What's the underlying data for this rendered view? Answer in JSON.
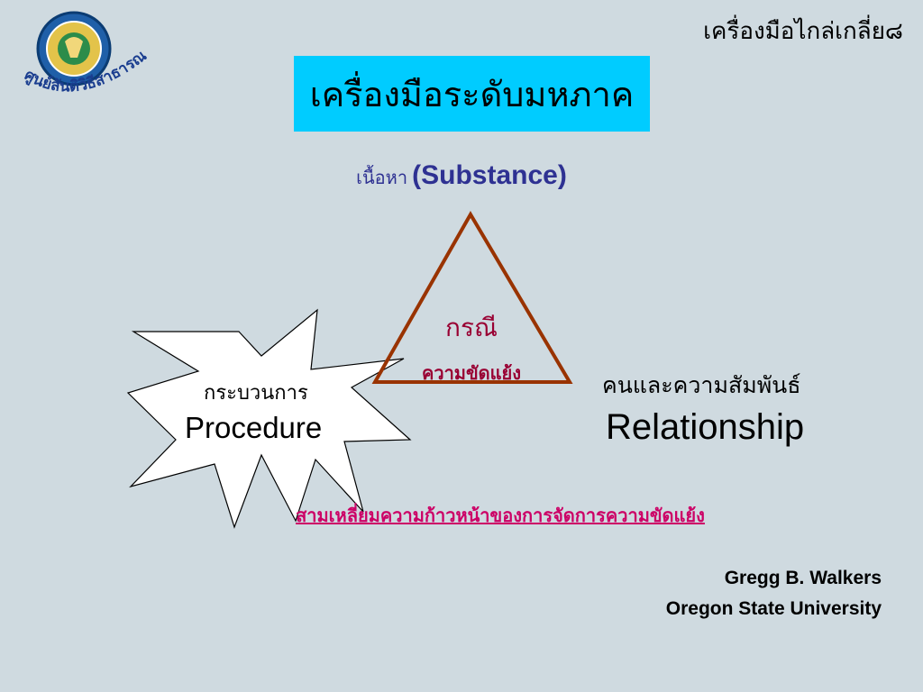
{
  "header": {
    "corner_title": "เครื่องมือไกล่เกลี่ย๘",
    "logo_text": "ศูนย์สันติวิธีสาธารณสุข"
  },
  "main": {
    "title": "เครื่องมือระดับมหภาค",
    "substance": {
      "thai": "เนื้อหา",
      "english": "(Substance)"
    },
    "triangle": {
      "top_label": "กรณี",
      "bottom_label": "ความขัดแย้ง"
    },
    "procedure": {
      "thai": "กระบวนการ",
      "english": "Procedure"
    },
    "relationship": {
      "thai": "คนและความสัมพันธ์",
      "english": "Relationship"
    },
    "caption": "สามเหลี่ยมความก้าวหน้าของการจัดการความขัดแย้ง"
  },
  "credits": {
    "author": "Gregg B. Walkers",
    "institution": "Oregon State University"
  },
  "colors": {
    "background": "#cfdae0",
    "title_box": "#00ccff",
    "triangle_stroke": "#993300",
    "accent_text": "#990033",
    "caption": "#cc0066",
    "substance": "#2e3192"
  }
}
